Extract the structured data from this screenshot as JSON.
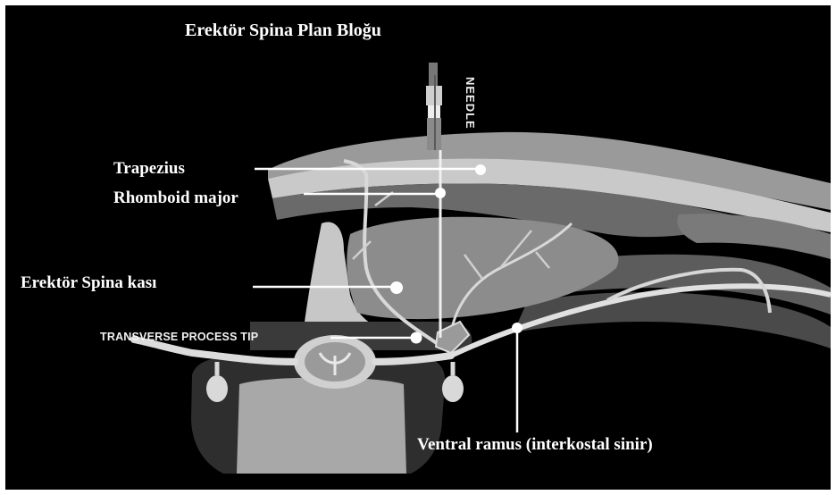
{
  "title": "Erektör Spina Plan Bloğu",
  "needle_label": "NEEDLE",
  "labels": {
    "trapezius": "Trapezius",
    "rhomboid_major": "Rhomboid major",
    "erector_spinae": "Erektör Spina kası",
    "transverse_process_tip": "TRANSVERSE PROCESS TIP",
    "ventral_ramus": "Ventral ramus (interkostal sinir)"
  },
  "colors": {
    "background": "#000000",
    "frame": "#ffffff",
    "text": "#ffffff",
    "trapezius": "#c4c4c4",
    "rhomboid": "#6a6a6a",
    "erector": "#8a8a8a",
    "nerve": "#d8d8d8",
    "bone": "#bdbdbd"
  }
}
